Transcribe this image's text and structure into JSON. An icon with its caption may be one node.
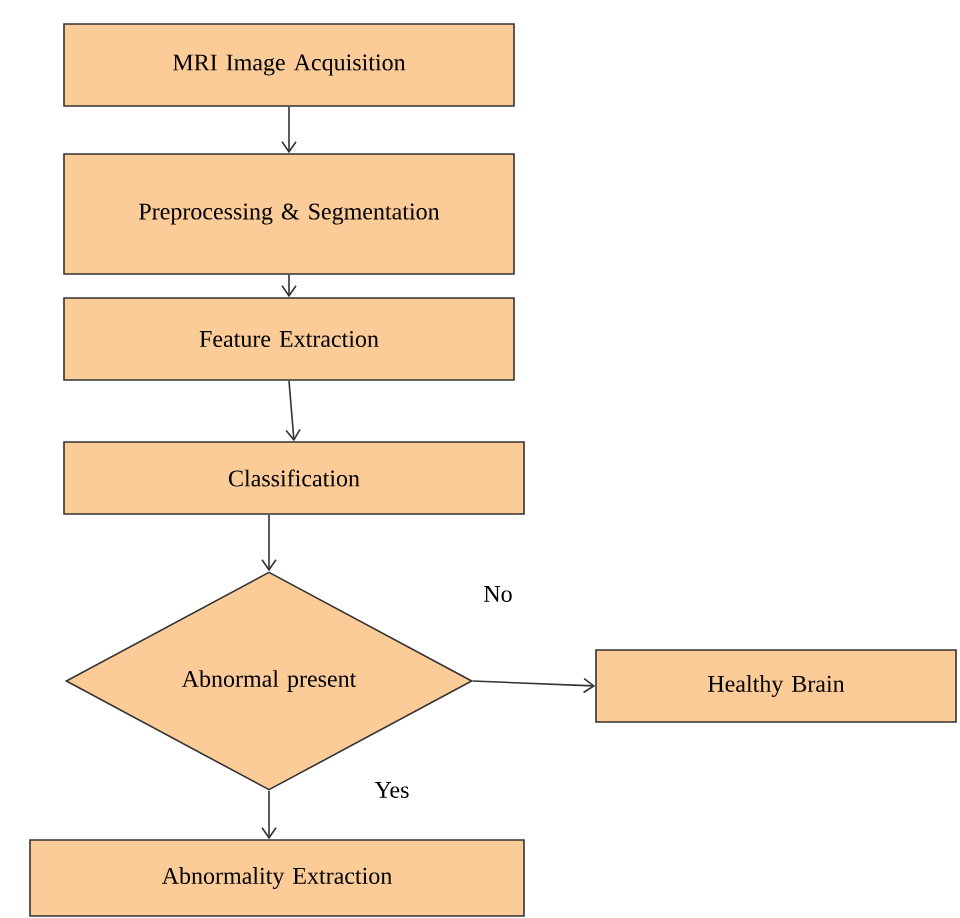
{
  "diagram": {
    "nodes": [
      {
        "text": [
          "MRI Image Acquisition"
        ]
      },
      {
        "text": [
          "Preprocessing & Segmentation"
        ]
      },
      {
        "text": [
          "Feature Extraction"
        ]
      },
      {
        "text": [
          "Classification"
        ]
      },
      {
        "text": [
          "Abnormal present"
        ]
      },
      {
        "text": [
          "Healthy Brain"
        ]
      },
      {
        "text": [
          "Abnormality Extraction"
        ]
      }
    ],
    "edges": [
      {
        "from": 0,
        "to": 1,
        "arrow": "to"
      },
      {
        "from": 1,
        "to": 2,
        "arrow": "to"
      },
      {
        "from": 2,
        "to": 3,
        "arrow": "to"
      },
      {
        "from": 3,
        "to": 4,
        "arrow": "to"
      },
      {
        "from": 4,
        "to": 5,
        "arrow": "to",
        "label": "No"
      },
      {
        "from": 4,
        "to": 6,
        "arrow": "to",
        "label": "Yes"
      }
    ]
  }
}
